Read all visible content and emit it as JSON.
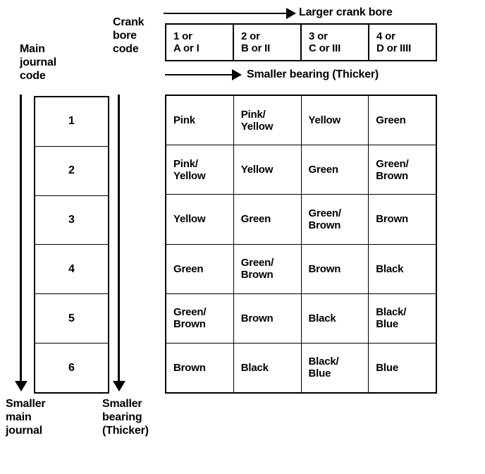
{
  "labels": {
    "main_journal_code": "Main\njournal\ncode",
    "crank_bore_code": "Crank\nbore\ncode",
    "larger_crank_bore": "Larger crank bore",
    "smaller_bearing_thicker_top": "Smaller bearing (Thicker)",
    "smaller_main_journal": "Smaller\nmain\njournal",
    "smaller_bearing_thicker_bottom": "Smaller\nbearing\n(Thicker)"
  },
  "crank_bore_header": {
    "columns": [
      {
        "label": "1 or\nA or I"
      },
      {
        "label": "2 or\nB or II"
      },
      {
        "label": "3 or\nC or III"
      },
      {
        "label": "4 or\nD or IIII"
      }
    ]
  },
  "main_journal_codes": [
    "1",
    "2",
    "3",
    "4",
    "5",
    "6"
  ],
  "chart_data": {
    "type": "table",
    "title": "Main bearing selection chart",
    "xlabel": "Crank bore code",
    "ylabel": "Main journal code",
    "col_headers": [
      "1 or A or I",
      "2 or B or II",
      "3 or C or III",
      "4 or D or IIII"
    ],
    "row_headers": [
      "1",
      "2",
      "3",
      "4",
      "5",
      "6"
    ],
    "rows": [
      [
        "Pink",
        "Pink/\nYellow",
        "Yellow",
        "Green"
      ],
      [
        "Pink/\nYellow",
        "Yellow",
        "Green",
        "Green/\nBrown"
      ],
      [
        "Yellow",
        "Green",
        "Green/\nBrown",
        "Brown"
      ],
      [
        "Green",
        "Green/\nBrown",
        "Brown",
        "Black"
      ],
      [
        "Green/\nBrown",
        "Brown",
        "Black",
        "Black/\nBlue"
      ],
      [
        "Brown",
        "Black",
        "Black/\nBlue",
        "Blue"
      ]
    ]
  },
  "colors": {
    "ink": "#000000",
    "paper": "#ffffff"
  }
}
